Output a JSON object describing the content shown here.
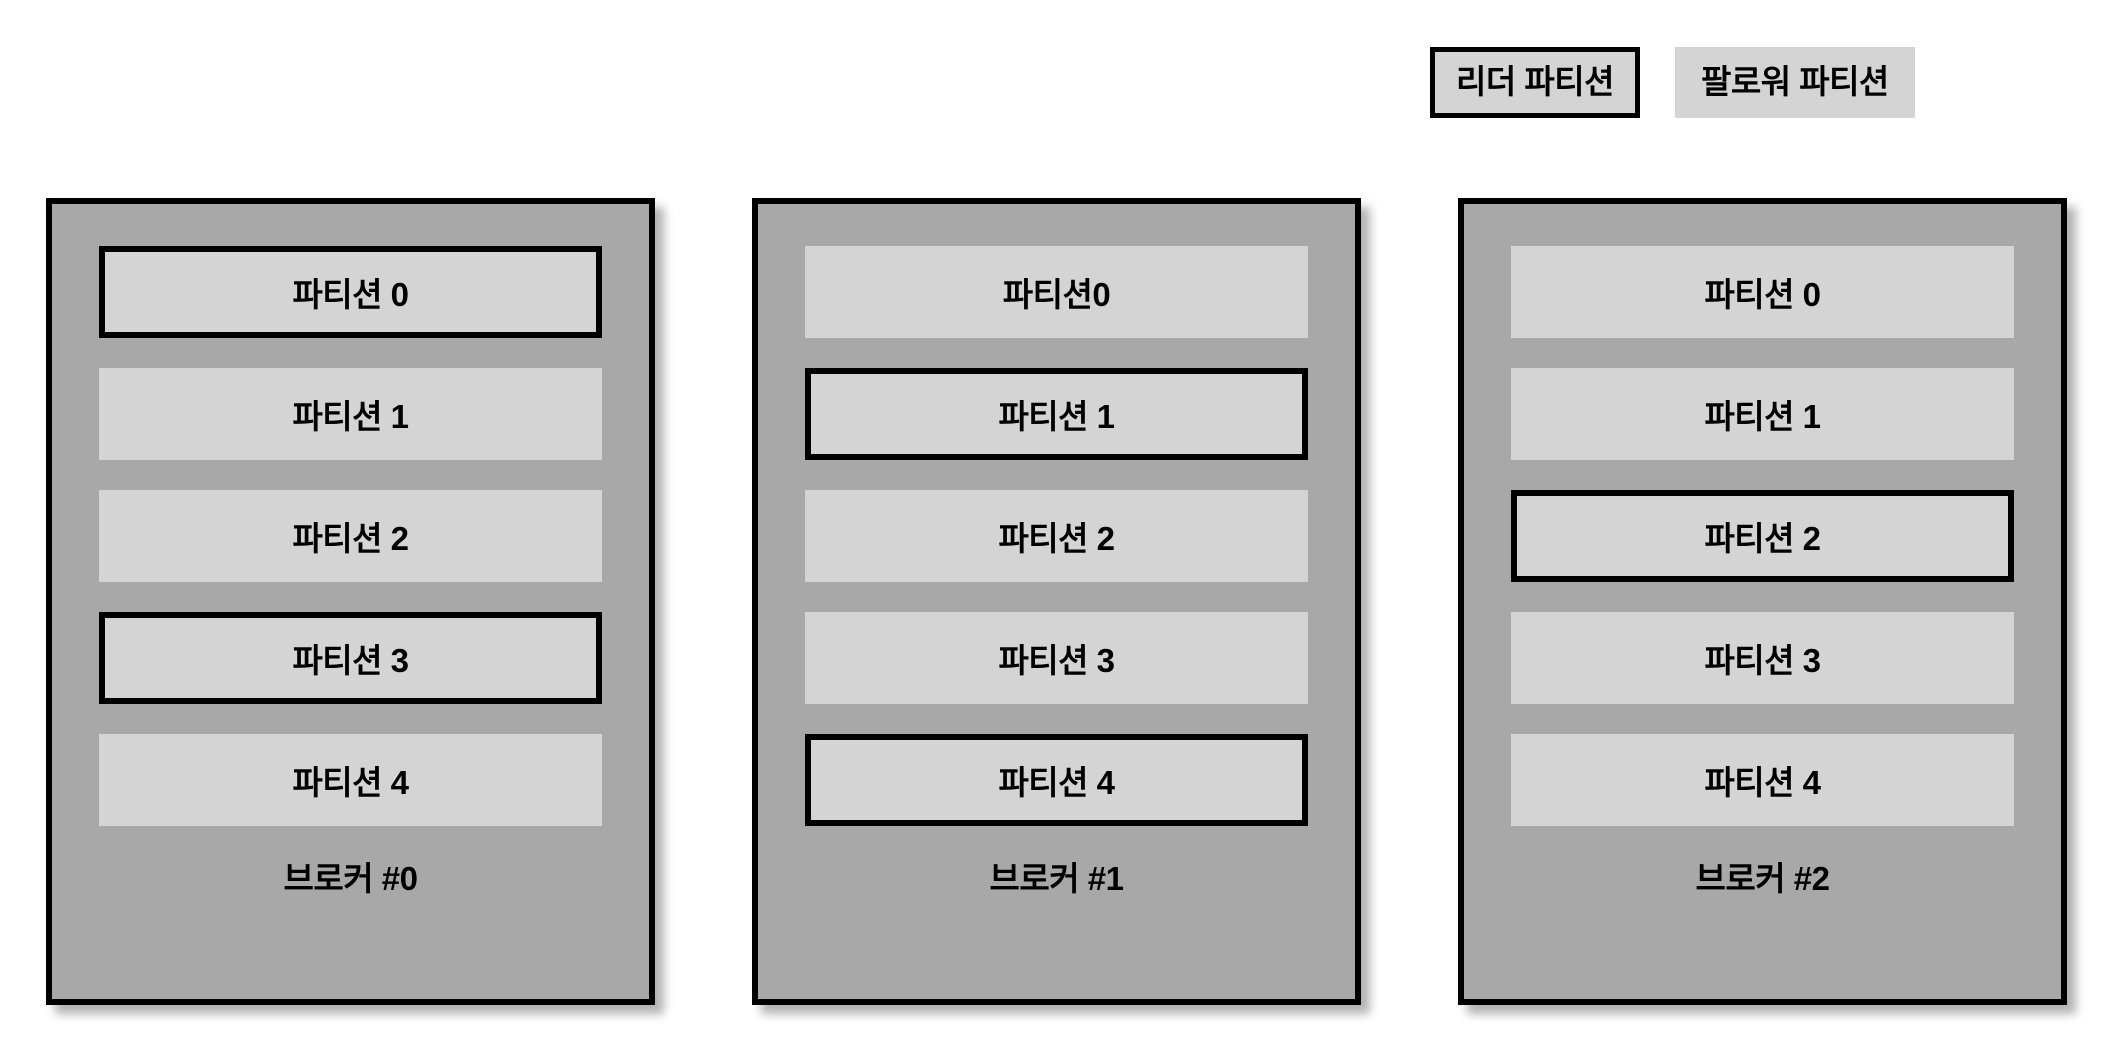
{
  "legend": {
    "items": [
      {
        "label": "리더 파티션",
        "style": "bordered"
      },
      {
        "label": "팔로워 파티션",
        "style": "plain"
      }
    ]
  },
  "diagram": {
    "type": "kafka-partition-replication",
    "colors": {
      "page_background": "#ffffff",
      "broker_background": "#a8a8a8",
      "partition_background": "#d4d4d4",
      "border": "#000000",
      "text": "#000000"
    },
    "brokers": [
      {
        "label": "브로커 #0",
        "partitions": [
          {
            "label": "파티션 0",
            "role": "leader"
          },
          {
            "label": "파티션 1",
            "role": "follower"
          },
          {
            "label": "파티션 2",
            "role": "follower"
          },
          {
            "label": "파티션 3",
            "role": "leader"
          },
          {
            "label": "파티션 4",
            "role": "follower"
          }
        ]
      },
      {
        "label": "브로커 #1",
        "partitions": [
          {
            "label": "파티션0",
            "role": "follower"
          },
          {
            "label": "파티션 1",
            "role": "leader"
          },
          {
            "label": "파티션 2",
            "role": "follower"
          },
          {
            "label": "파티션 3",
            "role": "follower"
          },
          {
            "label": "파티션 4",
            "role": "leader"
          }
        ]
      },
      {
        "label": "브로커 #2",
        "partitions": [
          {
            "label": "파티션 0",
            "role": "follower"
          },
          {
            "label": "파티션 1",
            "role": "follower"
          },
          {
            "label": "파티션 2",
            "role": "leader"
          },
          {
            "label": "파티션 3",
            "role": "follower"
          },
          {
            "label": "파티션 4",
            "role": "follower"
          }
        ]
      }
    ]
  }
}
